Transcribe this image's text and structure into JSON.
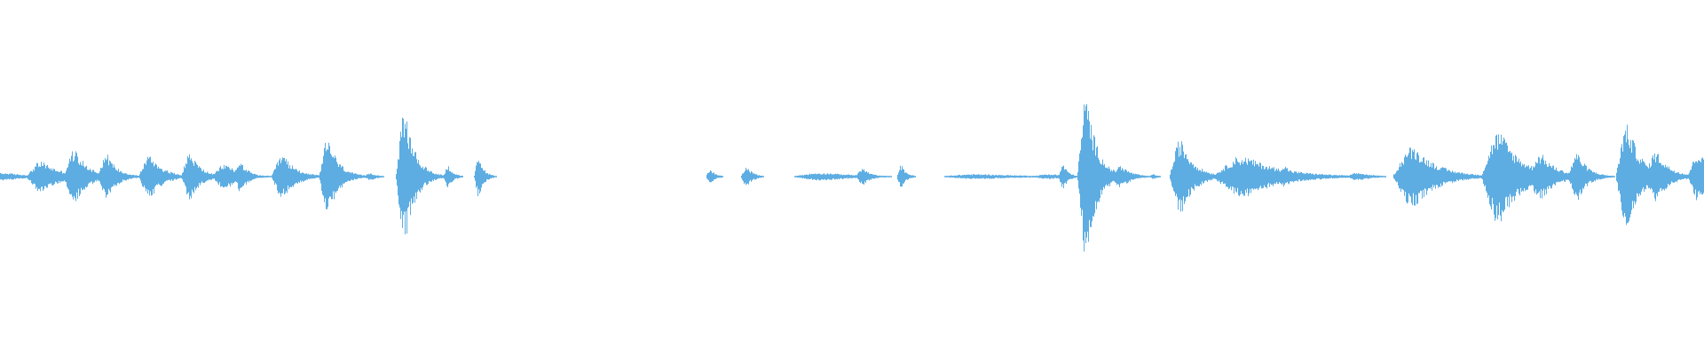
{
  "waveform": {
    "color": "#5DADE2",
    "background": "#ffffff",
    "amplitude_range": [
      -1,
      1
    ],
    "bursts": [
      {
        "t": 0.0,
        "span": 0.018,
        "peak": 0.03
      },
      {
        "t": 0.022,
        "span": 0.014,
        "peak": 0.12
      },
      {
        "t": 0.042,
        "span": 0.01,
        "peak": 0.21
      },
      {
        "t": 0.061,
        "span": 0.008,
        "peak": 0.18
      },
      {
        "t": 0.086,
        "span": 0.01,
        "peak": 0.17
      },
      {
        "t": 0.11,
        "span": 0.008,
        "peak": 0.19
      },
      {
        "t": 0.13,
        "span": 0.012,
        "peak": 0.1
      },
      {
        "t": 0.14,
        "span": 0.006,
        "peak": 0.12
      },
      {
        "t": 0.164,
        "span": 0.01,
        "peak": 0.17
      },
      {
        "t": 0.191,
        "span": 0.008,
        "peak": 0.3
      },
      {
        "t": 0.216,
        "span": 0.006,
        "peak": 0.03
      },
      {
        "t": 0.236,
        "span": 0.008,
        "peak": 0.5
      },
      {
        "t": 0.262,
        "span": 0.004,
        "peak": 0.09
      },
      {
        "t": 0.28,
        "span": 0.004,
        "peak": 0.16
      },
      {
        "t": 0.416,
        "span": 0.004,
        "peak": 0.06
      },
      {
        "t": 0.437,
        "span": 0.005,
        "peak": 0.08
      },
      {
        "t": 0.478,
        "span": 0.03,
        "peak": 0.03
      },
      {
        "t": 0.505,
        "span": 0.006,
        "peak": 0.07
      },
      {
        "t": 0.528,
        "span": 0.004,
        "peak": 0.09
      },
      {
        "t": 0.568,
        "span": 0.04,
        "peak": 0.02
      },
      {
        "t": 0.613,
        "span": 0.018,
        "peak": 0.02
      },
      {
        "t": 0.623,
        "span": 0.004,
        "peak": 0.1
      },
      {
        "t": 0.636,
        "span": 0.008,
        "peak": 0.63
      },
      {
        "t": 0.656,
        "span": 0.008,
        "peak": 0.09
      },
      {
        "t": 0.676,
        "span": 0.004,
        "peak": 0.02
      },
      {
        "t": 0.691,
        "span": 0.01,
        "peak": 0.29
      },
      {
        "t": 0.725,
        "span": 0.028,
        "peak": 0.16
      },
      {
        "t": 0.752,
        "span": 0.008,
        "peak": 0.09
      },
      {
        "t": 0.774,
        "span": 0.002,
        "peak": 0.02
      },
      {
        "t": 0.795,
        "span": 0.012,
        "peak": 0.03
      },
      {
        "t": 0.826,
        "span": 0.018,
        "peak": 0.24
      },
      {
        "t": 0.849,
        "span": 0.008,
        "peak": 0.02
      },
      {
        "t": 0.877,
        "span": 0.016,
        "peak": 0.36
      },
      {
        "t": 0.902,
        "span": 0.012,
        "peak": 0.18
      },
      {
        "t": 0.924,
        "span": 0.008,
        "peak": 0.19
      },
      {
        "t": 0.953,
        "span": 0.01,
        "peak": 0.42
      },
      {
        "t": 0.97,
        "span": 0.01,
        "peak": 0.2
      },
      {
        "t": 0.995,
        "span": 0.01,
        "peak": 0.19
      }
    ]
  }
}
